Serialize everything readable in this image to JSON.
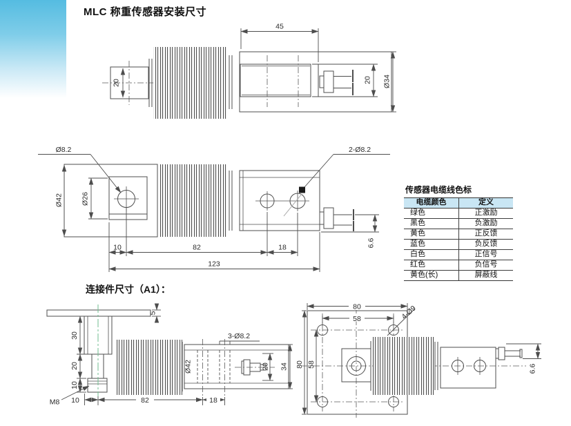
{
  "page_title": "MLC 称重传感器安装尺寸",
  "colors": {
    "banner_blue": "#55bce1",
    "table_header_bg": "#c9e6f4",
    "line_gray": "#4d4d4d",
    "centerline_green": "#6fbe8f"
  },
  "side_view": {
    "dims": {
      "len45": "45",
      "stub20": "20",
      "shaft20": "20",
      "dia34": "Ø34"
    }
  },
  "front_view": {
    "dims": {
      "hole": "Ø8.2",
      "holes2": "2-Ø8.2",
      "dia42": "Ø42",
      "dia26": "Ø26",
      "off10": "10",
      "len82": "82",
      "pitch18": "18",
      "total123": "123",
      "cable66": "6.6"
    }
  },
  "cable_table": {
    "title": "传感器电缆线色标",
    "headers": [
      "电缆颜色",
      "定义"
    ],
    "rows": [
      [
        "绿色",
        "正激励"
      ],
      [
        "黑色",
        "负激励"
      ],
      [
        "黄色",
        "正反馈"
      ],
      [
        "蓝色",
        "负反馈"
      ],
      [
        "白色",
        "正信号"
      ],
      [
        "红色",
        "负信号"
      ],
      [
        "黄色(长)",
        "屏蔽线"
      ]
    ]
  },
  "connector_section": {
    "title": "连接件尺寸（A1）：",
    "side_dims": {
      "plate5": "5",
      "h30": "30",
      "h20": "20",
      "h10": "10",
      "thread": "M8",
      "off10": "10",
      "len82": "82",
      "pitch18": "18",
      "holes3": "3-Ø8.2",
      "dia42": "Ø42",
      "bore20": "20",
      "h34": "34"
    },
    "top_dims": {
      "w80": "80",
      "w58": "58",
      "holes4": "4-Ø9",
      "h80": "80",
      "h58": "58",
      "cable66": "6.6"
    }
  }
}
